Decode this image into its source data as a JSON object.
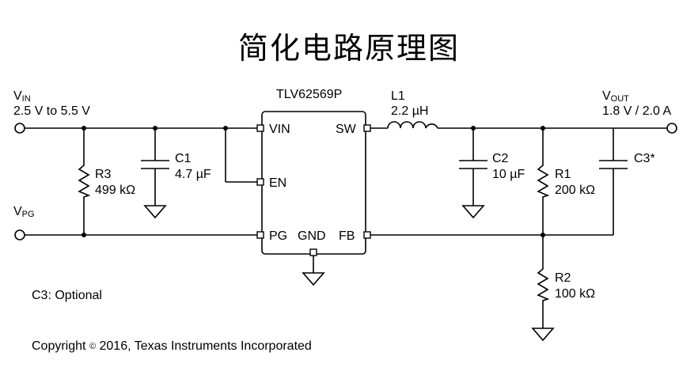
{
  "title": "简化电路原理图",
  "vin": {
    "label_main": "V",
    "label_sub": "IN",
    "range": "2.5 V to 5.5 V"
  },
  "vpg": {
    "label_main": "V",
    "label_sub": "PG"
  },
  "vout": {
    "label_main": "V",
    "label_sub": "OUT",
    "rating": "1.8 V / 2.0 A"
  },
  "ic": {
    "name": "TLV62569P",
    "pins": {
      "vin": "VIN",
      "en": "EN",
      "pg": "PG",
      "gnd": "GND",
      "sw": "SW",
      "fb": "FB"
    }
  },
  "components": {
    "c1": {
      "ref": "C1",
      "value": "4.7 µF"
    },
    "r3": {
      "ref": "R3",
      "value": "499 kΩ"
    },
    "l1": {
      "ref": "L1",
      "value": "2.2 µH"
    },
    "c2": {
      "ref": "C2",
      "value": "10 µF"
    },
    "r1": {
      "ref": "R1",
      "value": "200 kΩ"
    },
    "c3": {
      "ref": "C3*"
    },
    "r2": {
      "ref": "R2",
      "value": "100 kΩ"
    }
  },
  "notes": {
    "optional": "C3: Optional"
  },
  "copyright": {
    "prefix": "Copyright",
    "symbol": "©",
    "text": "2016, Texas Instruments Incorporated"
  }
}
